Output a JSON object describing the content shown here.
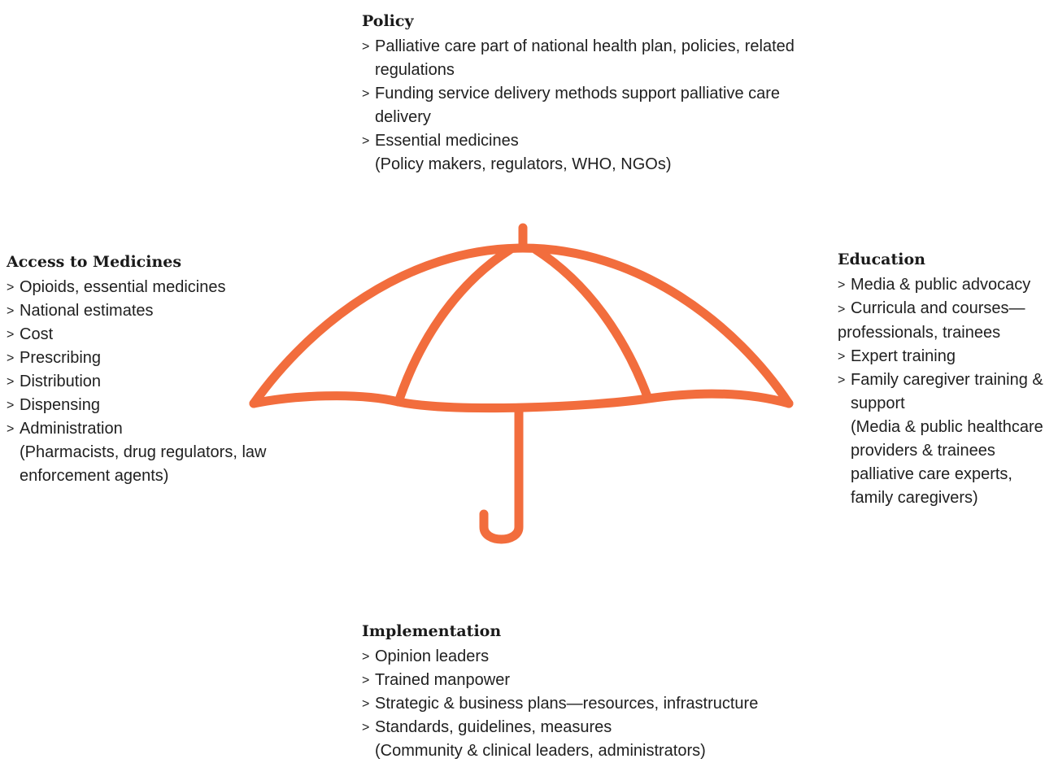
{
  "diagram": {
    "accent_color": "#f26d3d",
    "center_icon": "umbrella-icon",
    "policy": {
      "title": "Policy",
      "items": [
        "Palliative care part of national health plan, policies, related regulations",
        "Funding service delivery methods support palliative care delivery",
        "Essential medicines"
      ],
      "note": "(Policy makers, regulators, WHO, NGOs)"
    },
    "access": {
      "title": "Access to Medicines",
      "items": [
        "Opioids, essential medicines",
        "National estimates",
        "Cost",
        "Prescribing",
        "Distribution",
        "Dispensing",
        "Administration"
      ],
      "note": "(Pharmacists, drug regulators, law enforcement agents)"
    },
    "education": {
      "title": "Education",
      "items": [
        "Media & public advocacy",
        "Curricula and courses—professionals, trainees",
        "Expert training",
        "Family caregiver training & support"
      ],
      "note": "(Media & public healthcare providers & trainees palliative care experts, family caregivers)"
    },
    "implementation": {
      "title": "Implementation",
      "items": [
        "Opinion leaders",
        "Trained manpower",
        "Strategic & business plans—resources, infrastructure",
        "Standards, guidelines, measures"
      ],
      "note": "(Community & clinical leaders, administrators)"
    }
  }
}
